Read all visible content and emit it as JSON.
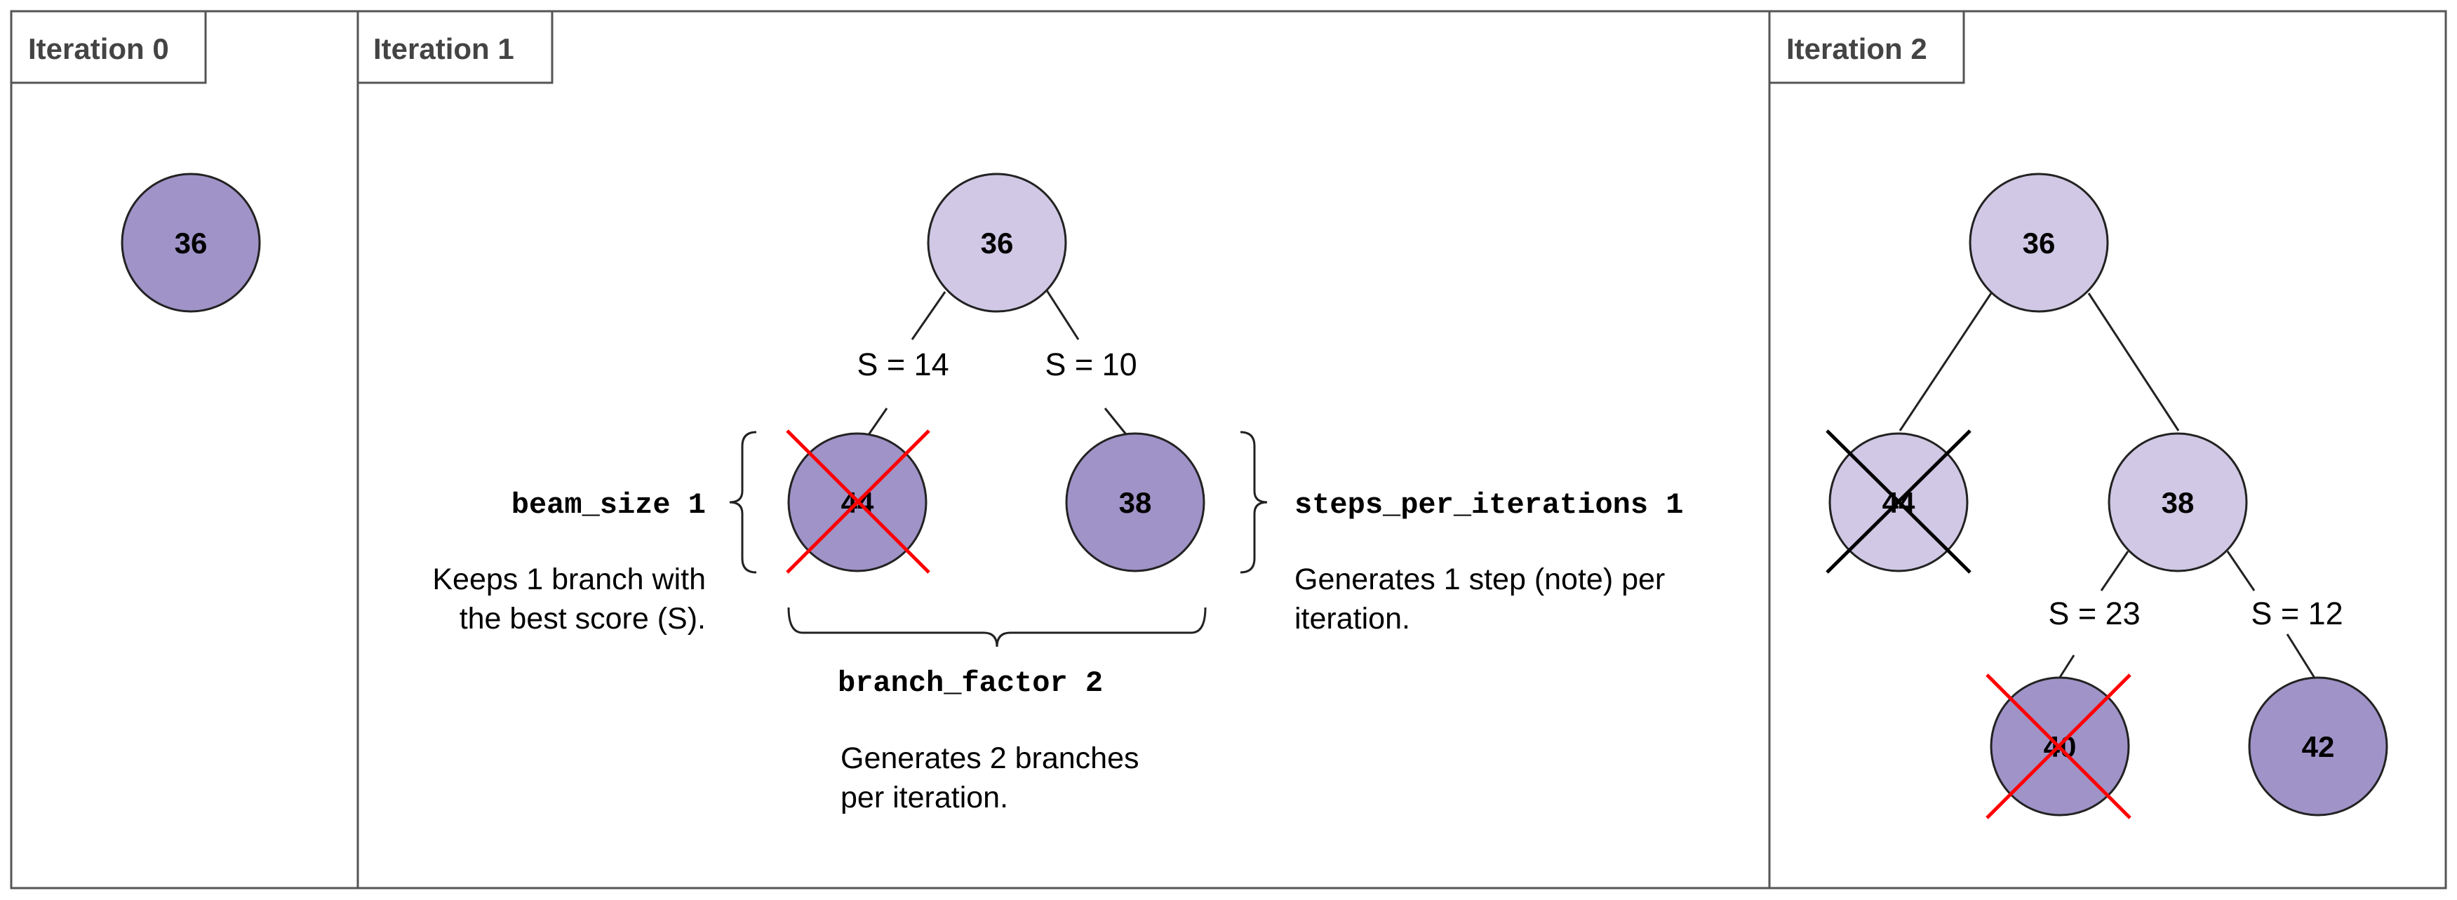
{
  "panels": [
    {
      "label": "Iteration 0"
    },
    {
      "label": "Iteration 1"
    },
    {
      "label": "Iteration 2"
    }
  ],
  "iteration0": {
    "root": "36"
  },
  "iteration1": {
    "root": "36",
    "left_child": "44",
    "right_child": "38",
    "left_score": "S = 14",
    "right_score": "S = 10",
    "beam_size": {
      "param": "beam_size 1",
      "desc_line1": "Keeps 1 branch with",
      "desc_line2": "the best score (S)."
    },
    "steps_per_iterations": {
      "param": "steps_per_iterations 1",
      "desc_line1": "Generates 1 step (note) per",
      "desc_line2": "iteration."
    },
    "branch_factor": {
      "param": "branch_factor 2",
      "desc_line1": "Generates 2 branches",
      "desc_line2": "per iteration."
    }
  },
  "iteration2": {
    "root": "36",
    "left_child": "44",
    "right_child": "38",
    "grand_left": "40",
    "grand_right": "42",
    "grand_left_score": "S = 23",
    "grand_right_score": "S = 12"
  },
  "colors": {
    "selected_node": "#a093c8",
    "previous_node": "#d0c8e4",
    "node_stroke": "#222222",
    "pruned_cross_red": "#ff0000",
    "pruned_cross_black": "#000000",
    "frame": "#555555"
  }
}
